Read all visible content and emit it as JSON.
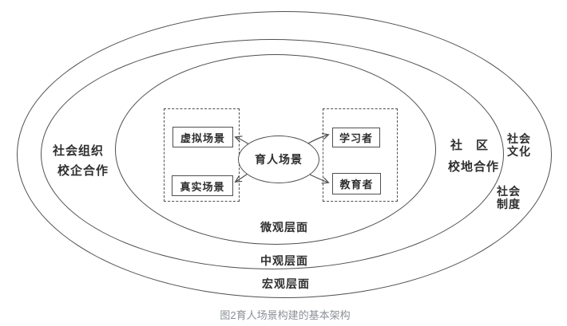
{
  "figure": {
    "caption": "图2育人场景构建的基本架构",
    "center_node": "育人场景",
    "nodes": {
      "virtual_scene": "虚拟场景",
      "real_scene": "真实场景",
      "learner": "学习者",
      "educator": "教育者"
    },
    "ring_labels": {
      "micro": "微观层面",
      "meso": "中观层面",
      "macro": "宏观层面"
    },
    "side_labels": {
      "left_meso_line1": "社会组织",
      "left_meso_line2": "校企合作",
      "right_meso_line1": "社　区",
      "right_meso_line2": "校地合作",
      "right_macro_top": "社会文化",
      "right_macro_bottom": "社会制度"
    },
    "colors": {
      "line": "#4f4f4f",
      "text": "#2f2f2f",
      "caption": "#8b9196",
      "background": "#ffffff"
    }
  }
}
